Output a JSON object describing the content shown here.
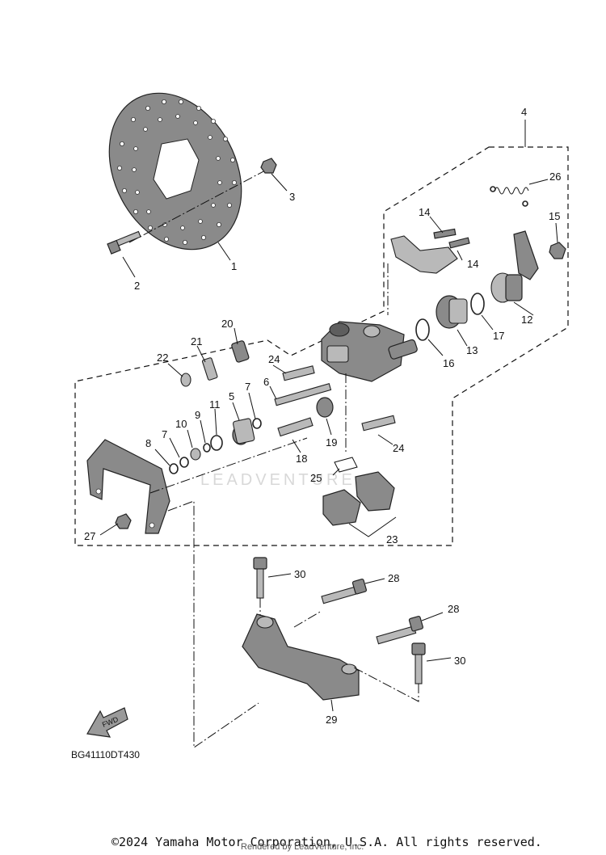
{
  "diagram": {
    "code": "BG41110DT430",
    "fwd_label": "FWD",
    "watermark": "LEADVENTURE",
    "callouts": [
      "1",
      "2",
      "3",
      "4",
      "5",
      "6",
      "7",
      "7",
      "8",
      "9",
      "10",
      "11",
      "12",
      "13",
      "14",
      "14",
      "15",
      "16",
      "17",
      "18",
      "19",
      "20",
      "21",
      "22",
      "23",
      "24",
      "24",
      "25",
      "26",
      "27",
      "28",
      "28",
      "29",
      "30",
      "30"
    ]
  },
  "footer": {
    "copyright": "©2024 Yamaha Motor Corporation, U.S.A. All rights reserved.",
    "rendered_by": "Rendered by LeadVenture, Inc."
  }
}
